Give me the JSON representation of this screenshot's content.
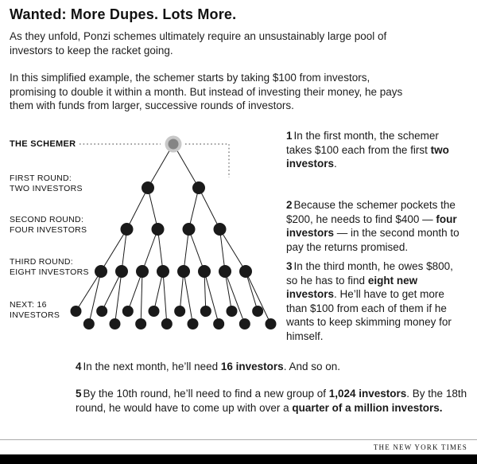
{
  "header": {
    "title": "Wanted: More Dupes. Lots More.",
    "intro1": "As they unfold, Ponzi schemes ultimately require an unsustainably large pool of investors to keep the racket going.",
    "intro2": "In this simplified example, the schemer starts by taking $100 from investors, promising to double it within a month. But instead of investing their money, he pays them with funds from larger, successive rounds of investors."
  },
  "diagram": {
    "schemer_label": "THE SCHEMER",
    "rounds": [
      {
        "label_line1": "FIRST ROUND:",
        "label_line2": "TWO INVESTORS",
        "investors": 2
      },
      {
        "label_line1": "SECOND ROUND:",
        "label_line2": "FOUR INVESTORS",
        "investors": 4
      },
      {
        "label_line1": "THIRD ROUND:",
        "label_line2": "EIGHT INVESTORS",
        "investors": 8
      },
      {
        "label_line1": "NEXT: 16",
        "label_line2": "INVESTORS",
        "investors": 16
      }
    ],
    "colors": {
      "node": "#1a1a1a",
      "edge": "#1a1a1a",
      "root_inner": "#858585",
      "root_ring": "#c8c8c8",
      "dotted": "#666666"
    }
  },
  "annotations": [
    {
      "num": "1",
      "segments": [
        {
          "t": "In the first month, the schemer takes $100 each from the first ",
          "b": false
        },
        {
          "t": "two investors",
          "b": true
        },
        {
          "t": ".",
          "b": false
        }
      ]
    },
    {
      "num": "2",
      "segments": [
        {
          "t": "Because the schemer pockets the $200, he needs to find $400 — ",
          "b": false
        },
        {
          "t": "four investors",
          "b": true
        },
        {
          "t": " — in the second month to pay the returns promised.",
          "b": false
        }
      ]
    },
    {
      "num": "3",
      "segments": [
        {
          "t": "In the third month, he owes $800, so he has to find ",
          "b": false
        },
        {
          "t": "eight new investors",
          "b": true
        },
        {
          "t": ". He’ll have to get more than $100 from each of them if he wants to keep skimming money for himself.",
          "b": false
        }
      ]
    },
    {
      "num": "4",
      "segments": [
        {
          "t": "In the next month, he’ll need ",
          "b": false
        },
        {
          "t": "16 investors",
          "b": true
        },
        {
          "t": ". And so on.",
          "b": false
        }
      ]
    },
    {
      "num": "5",
      "segments": [
        {
          "t": "By the 10th round, he’ll need to find a new group of ",
          "b": false
        },
        {
          "t": "1,024 investors",
          "b": true
        },
        {
          "t": ". By the 18th round, he would have to come up with over a ",
          "b": false
        },
        {
          "t": "quarter of a million investors.",
          "b": true
        }
      ]
    }
  ],
  "footer": {
    "credit": "THE NEW YORK TIMES"
  }
}
